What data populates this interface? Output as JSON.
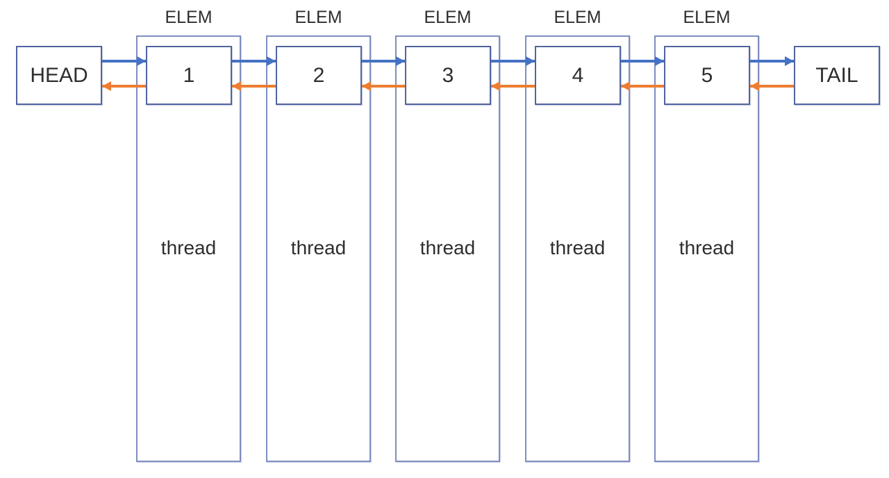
{
  "diagram": {
    "head": {
      "label": "HEAD"
    },
    "tail": {
      "label": "TAIL"
    },
    "elements": [
      {
        "type_label": "ELEM",
        "value": "1",
        "body_label": "thread"
      },
      {
        "type_label": "ELEM",
        "value": "2",
        "body_label": "thread"
      },
      {
        "type_label": "ELEM",
        "value": "3",
        "body_label": "thread"
      },
      {
        "type_label": "ELEM",
        "value": "4",
        "body_label": "thread"
      },
      {
        "type_label": "ELEM",
        "value": "5",
        "body_label": "thread"
      }
    ]
  },
  "icons": {
    "forward_arrow": "arrow-right",
    "backward_arrow": "arrow-left"
  },
  "colors": {
    "forward-arrow": "#4472C4",
    "backward-arrow": "#ED7D31",
    "outer-box-border": "#7D8DC1",
    "inner-box-border": "#51639F",
    "diagram-text": "#2E2E2E",
    "canvas-bg": "#FFFFFF"
  }
}
